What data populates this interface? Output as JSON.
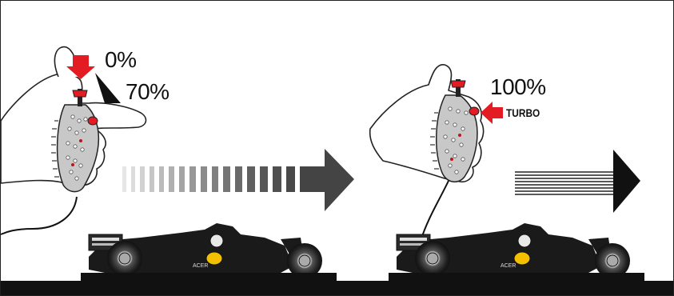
{
  "left_panel": {
    "throttle_min_label": "0%",
    "throttle_max_label": "70%"
  },
  "right_panel": {
    "throttle_label": "100%",
    "turbo_label": "TURBO"
  },
  "colors": {
    "accent": "#e31b23",
    "body_dark": "#1a1a1a",
    "controller_grey": "#c8c8c8"
  },
  "icons": {
    "left_hand": "hand-holding-controller-icon",
    "right_hand": "hand-holding-controller-icon",
    "speed_arrow_gradient": "gradient-arrow-icon",
    "speed_arrow_lines": "speed-lines-arrow-icon",
    "car": "formula-one-car-icon",
    "press_arrow": "down-arrow-icon",
    "turbo_arrow": "left-arrow-icon"
  }
}
